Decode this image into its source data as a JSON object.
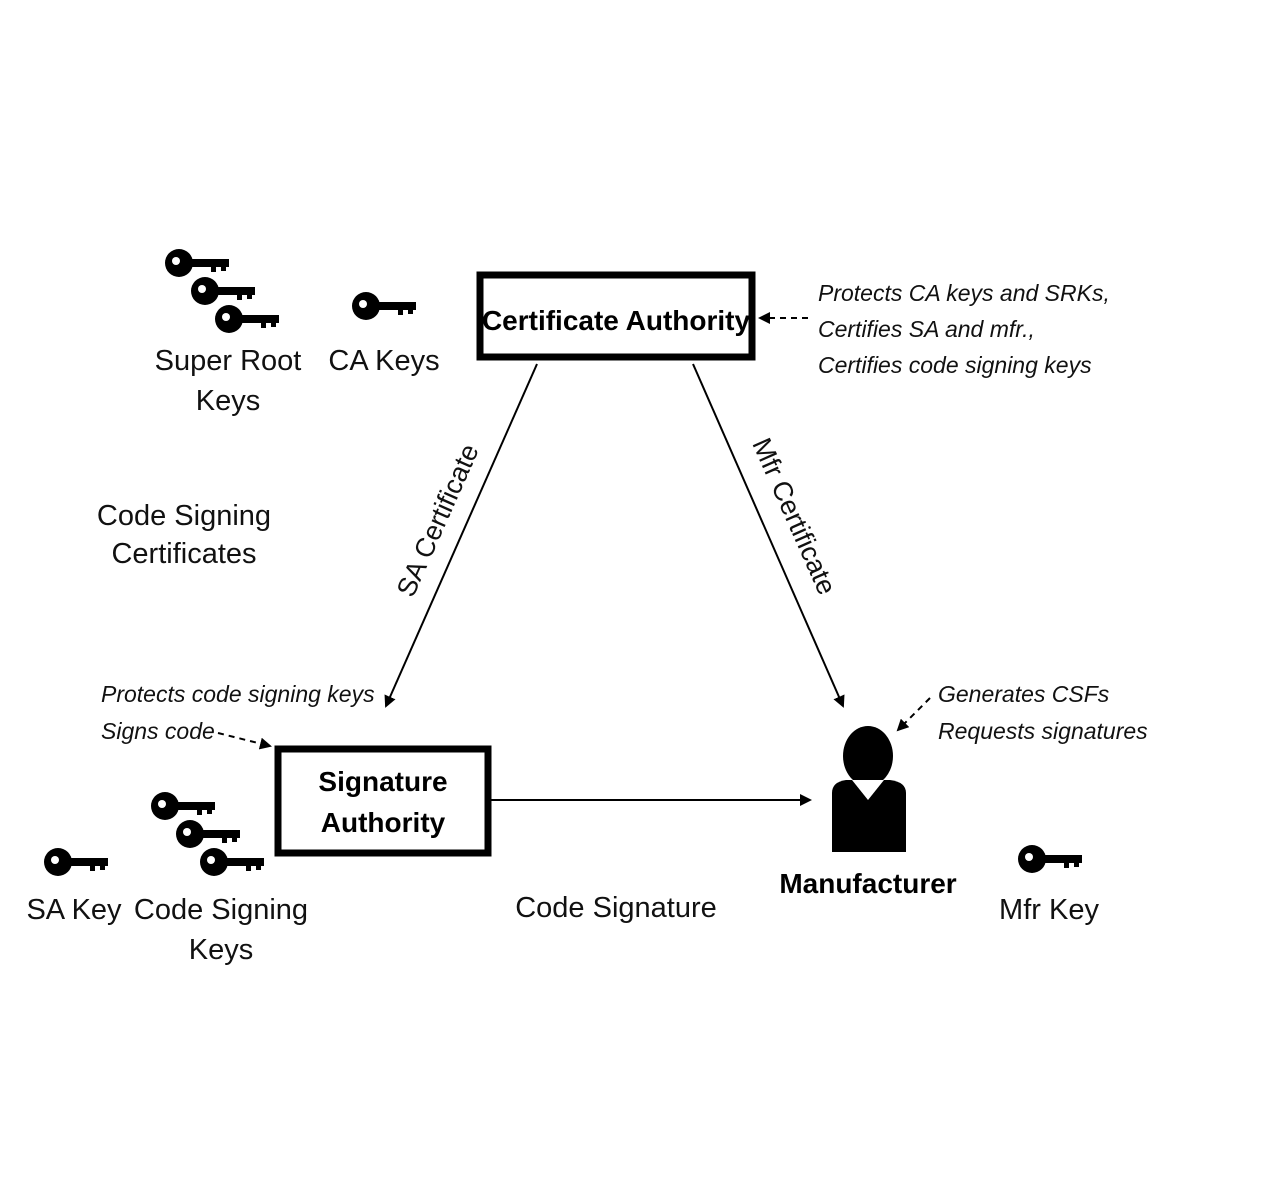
{
  "nodes": {
    "certificate_authority": "Certificate Authority",
    "signature_authority_line1": "Signature",
    "signature_authority_line2": "Authority",
    "manufacturer": "Manufacturer"
  },
  "keys": {
    "super_root_line1": "Super Root",
    "super_root_line2": "Keys",
    "ca_keys": "CA Keys",
    "sa_key": "SA Key",
    "code_signing_line1": "Code Signing",
    "code_signing_line2": "Keys",
    "mfr_key": "Mfr Key"
  },
  "labels": {
    "code_signing_certs_line1": "Code Signing",
    "code_signing_certs_line2": "Certificates",
    "sa_certificate": "SA Certificate",
    "mfr_certificate": "Mfr Certificate",
    "code_signature": "Code Signature"
  },
  "notes": {
    "ca": [
      "Protects CA keys and SRKs,",
      "Certifies SA and mfr.,",
      "Certifies code signing keys"
    ],
    "sa": [
      "Protects code signing keys",
      "Signs code"
    ],
    "mfr": [
      "Generates CSFs",
      "Requests signatures"
    ]
  },
  "icons": {
    "key": "key-icon",
    "person": "person-icon"
  }
}
